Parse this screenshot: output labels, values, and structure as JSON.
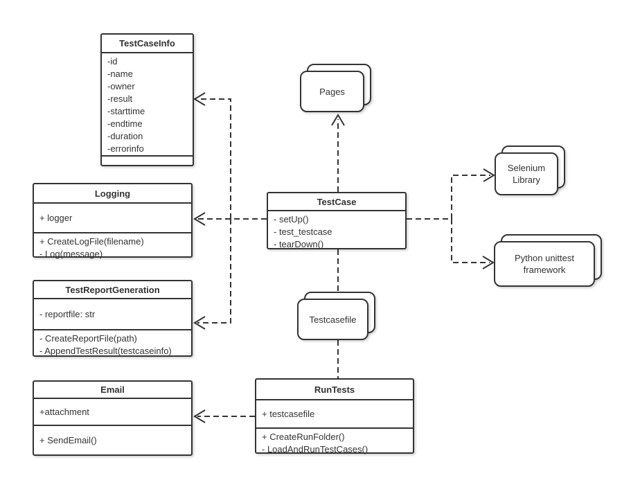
{
  "colors": {
    "stroke": "#333333",
    "text": "#333333",
    "background": "#ffffff"
  },
  "classes": {
    "testcaseinfo": {
      "title": "TestCaseInfo",
      "attributes": [
        "-id",
        "-name",
        "-owner",
        "-result",
        "-starttime",
        "-endtime",
        "-duration",
        "-errorinfo"
      ],
      "methods": []
    },
    "logging": {
      "title": "Logging",
      "attributes": [
        "+ logger"
      ],
      "methods": [
        "+ CreateLogFile(filename)",
        "- Log(message)"
      ]
    },
    "testreportgeneration": {
      "title": "TestReportGeneration",
      "attributes": [
        "- reportfile: str"
      ],
      "methods": [
        "- CreateReportFile(path)",
        "- AppendTestResult(testcaseinfo)"
      ]
    },
    "email": {
      "title": "Email",
      "attributes": [
        "+attachment"
      ],
      "methods": [
        "+ SendEmail()"
      ]
    },
    "testcase": {
      "title": "TestCase",
      "operations": [
        "- setUp()",
        "- test_testcase",
        "- tearDown()"
      ]
    },
    "runtests": {
      "title": "RunTests",
      "attributes": [
        "+ testcasefile"
      ],
      "methods": [
        "+ CreateRunFolder()",
        "- LoadAndRunTestCases()"
      ]
    }
  },
  "nodes": {
    "pages": {
      "label": "Pages"
    },
    "testcasefile": {
      "label": "Testcasefile"
    },
    "selenium_library": {
      "line1": "Selenium",
      "line2": "Library"
    },
    "python_unittest": {
      "line1": "Python unittest",
      "line2": "framework"
    }
  },
  "relationships": [
    {
      "from": "TestCase",
      "to": "Pages",
      "style": "dashed",
      "arrow": "open"
    },
    {
      "from": "TestCase",
      "to": "TestCaseInfo",
      "style": "dashed",
      "arrow": "open"
    },
    {
      "from": "TestCase",
      "to": "Logging",
      "style": "dashed",
      "arrow": "open"
    },
    {
      "from": "TestCase",
      "to": "TestReportGeneration",
      "style": "dashed",
      "arrow": "open"
    },
    {
      "from": "TestCase",
      "to": "Selenium Library",
      "style": "dashed",
      "arrow": "open"
    },
    {
      "from": "TestCase",
      "to": "Python unittest framework",
      "style": "dashed",
      "arrow": "open"
    },
    {
      "from": "TestCase",
      "to": "Testcasefile",
      "style": "dashed",
      "arrow": "none"
    },
    {
      "from": "Testcasefile",
      "to": "RunTests",
      "style": "dashed",
      "arrow": "none"
    },
    {
      "from": "RunTests",
      "to": "Email",
      "style": "dashed",
      "arrow": "open"
    }
  ]
}
